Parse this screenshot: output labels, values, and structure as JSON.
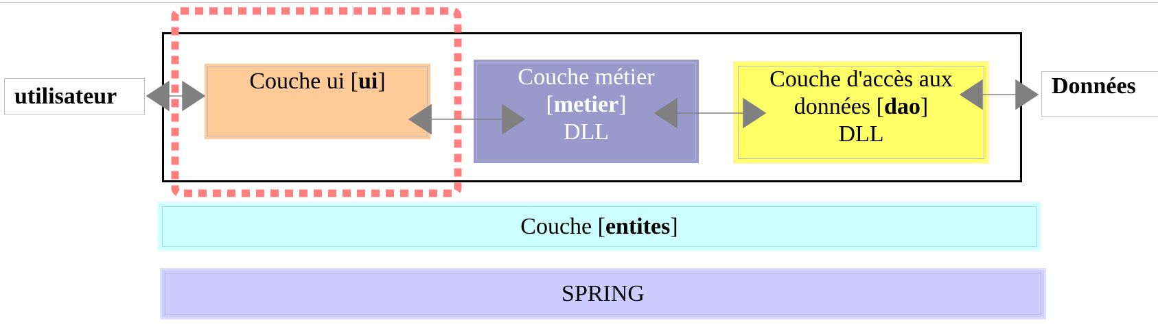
{
  "diagram": {
    "external_left": "utilisateur",
    "external_right": "Données",
    "layers": {
      "ui": {
        "prefix": "Couche ui [",
        "bold": "ui",
        "suffix": "]"
      },
      "metier": {
        "line1": "Couche métier",
        "prefix": "[",
        "bold": "metier",
        "suffix": "]",
        "line3": "DLL"
      },
      "dao": {
        "line1": "Couche d'accès aux",
        "prefix": "données [",
        "bold": "dao",
        "suffix": "]",
        "line3": "DLL"
      },
      "entites": {
        "prefix": "Couche [",
        "bold": "entites",
        "suffix": "]"
      },
      "spring": "SPRING"
    },
    "colors": {
      "ui": "#fecb98",
      "metier": "#9999cc",
      "dao": "#ffff66",
      "entites": "#ccffff",
      "spring": "#ccccff",
      "highlight": "#ff7f7f",
      "arrow": "#808080"
    }
  }
}
